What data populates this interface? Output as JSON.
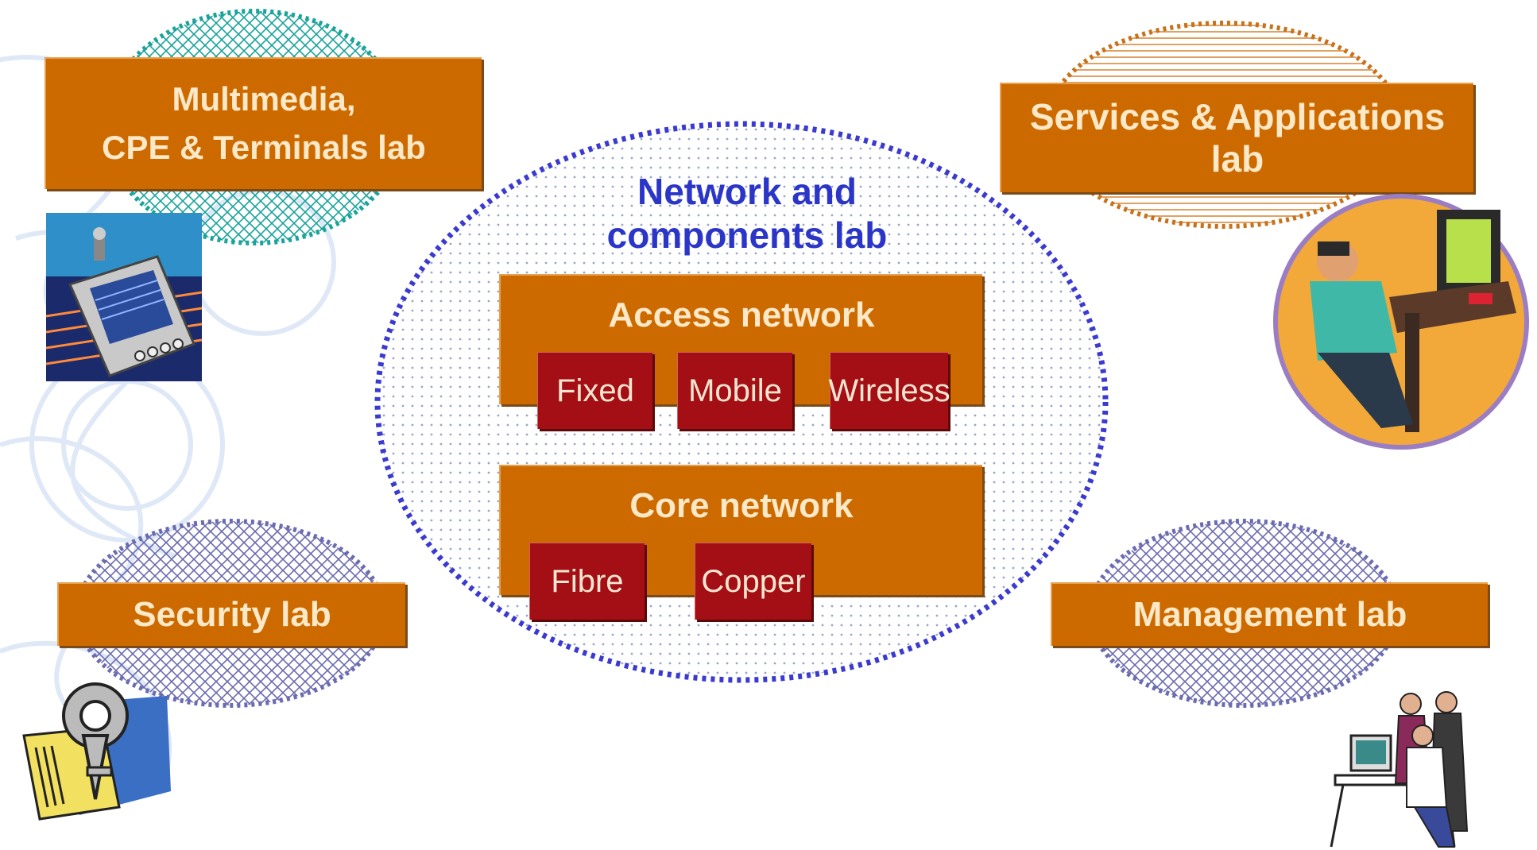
{
  "center": {
    "title_line1": "Network and",
    "title_line2": "components lab",
    "access": {
      "label": "Access network",
      "items": [
        "Fixed",
        "Mobile",
        "Wireless"
      ]
    },
    "core": {
      "label": "Core network",
      "items": [
        "Fibre",
        "Copper"
      ]
    }
  },
  "labs": {
    "multimedia": {
      "line1": "Multimedia,",
      "line2": "CPE & Terminals lab"
    },
    "services": {
      "line1": "Services & Applications",
      "line2": "lab"
    },
    "security": {
      "label": "Security lab"
    },
    "management": {
      "label": "Management lab"
    }
  },
  "colors": {
    "lab_box": "#cc6a00",
    "sub_box": "#a30f14",
    "title": "#2b36c8",
    "network_oval_border": "#3a3ad0",
    "multimedia_oval": "#1aa39a",
    "services_oval": "#c8701a",
    "security_oval": "#6b6bb0"
  }
}
